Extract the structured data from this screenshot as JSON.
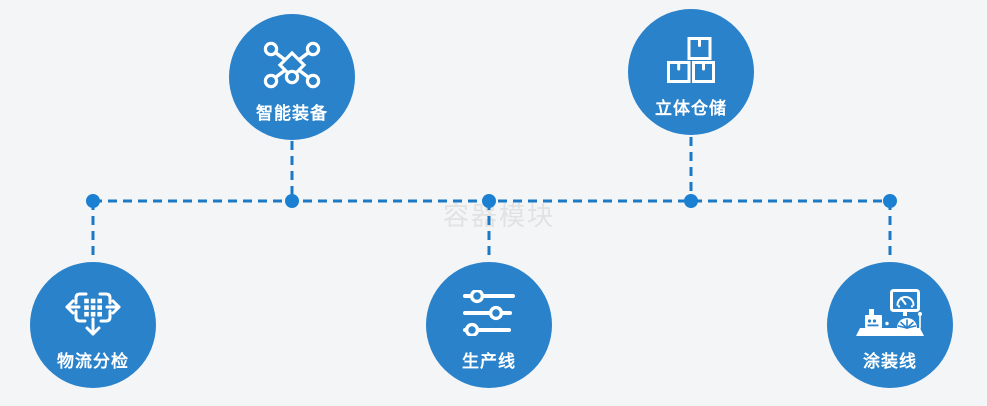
{
  "watermark": "容器模块",
  "colors": {
    "circle": "#2a82cb",
    "connector": "#1c79c7",
    "dot": "#1b80d2",
    "background": "#f4f5f6",
    "watermark": "#e2e2e3",
    "icon": "#ffffff",
    "label": "#ffffff"
  },
  "nodes": [
    {
      "id": "smart-equipment",
      "label": "智能装备",
      "icon": "network-nodes-icon",
      "position": "top-left"
    },
    {
      "id": "stereo-warehouse",
      "label": "立体仓储",
      "icon": "stacked-boxes-icon",
      "position": "top-right"
    },
    {
      "id": "logistics-sorting",
      "label": "物流分检",
      "icon": "sort-distribute-icon",
      "position": "bottom-left"
    },
    {
      "id": "production-line",
      "label": "生产线",
      "icon": "sliders-icon",
      "position": "bottom-center"
    },
    {
      "id": "painting-line",
      "label": "涂装线",
      "icon": "control-station-icon",
      "position": "bottom-right"
    }
  ]
}
